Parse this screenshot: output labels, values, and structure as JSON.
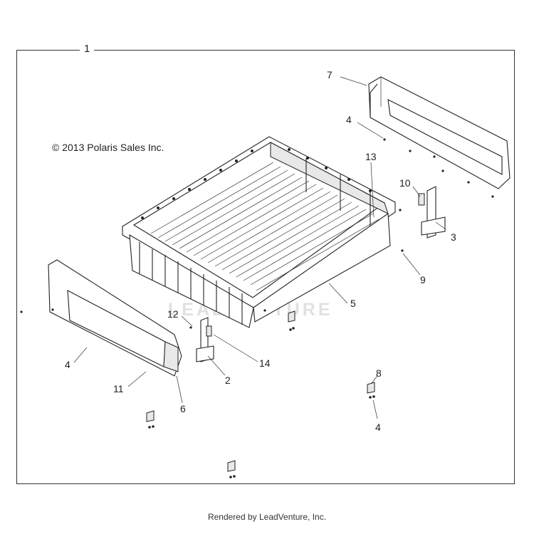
{
  "diagram": {
    "assembly_number": "1",
    "copyright": "© 2013 Polaris Sales Inc.",
    "watermark": "LEADVENTURE",
    "footer": "Rendered by LeadVenture, Inc.",
    "callouts": [
      "7",
      "4",
      "13",
      "10",
      "3",
      "9",
      "5",
      "12",
      "14",
      "2",
      "4",
      "11",
      "6",
      "8",
      "4"
    ],
    "colors": {
      "line": "#222222",
      "watermark": "#c9c9c9",
      "background": "#ffffff"
    }
  }
}
